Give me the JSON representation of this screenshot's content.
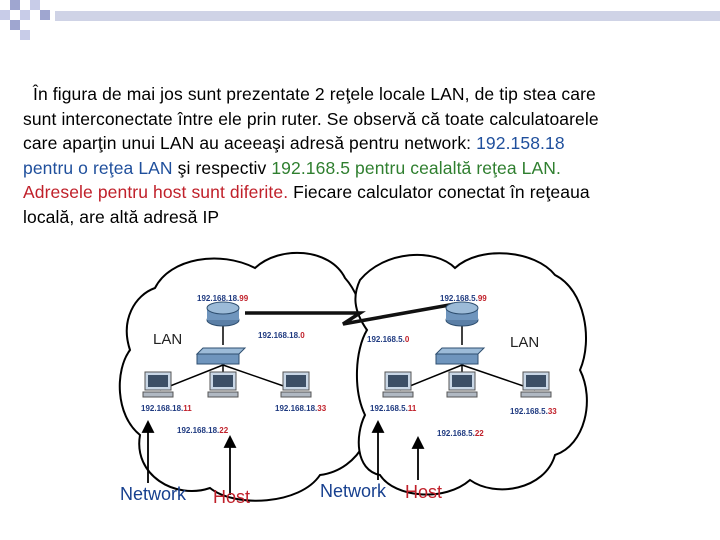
{
  "paragraph": {
    "line1": "În figura de mai jos sunt prezentate 2 reţele locale LAN, de tip stea care",
    "line2": "sunt interconectate între ele prin ruter. Se observă că toate calculatoarele",
    "line3a": "care aparţin unui LAN au aceeaşi adresă pentru network:   ",
    "line3b": "192.158.18",
    "line4a": "pentru o reţea LAN ",
    "line4b": "şi respectiv ",
    "line4c": "192.168.5 pentru cealaltă reţea LAN.",
    "line5a": "Adresele pentru host sunt diferite.",
    "line5b": " Fiecare calculator conectat în reţeaua",
    "line6": "locală, are altă adresă IP"
  },
  "diagram": {
    "left": {
      "lan_label": "LAN",
      "router_net": "192.168.18.",
      "router_host": "99",
      "switch_net": "192.168.18.",
      "switch_host": "0",
      "pc1_net": "192.168.18.",
      "pc1_host": "11",
      "pc2_net": "192.168.18.",
      "pc2_host": "22",
      "pc3_net": "192.168.18.",
      "pc3_host": "33"
    },
    "right": {
      "lan_label": "LAN",
      "router_net": "192.168.5.",
      "router_host": "99",
      "switch_net": "192.168.5.",
      "switch_host": "0",
      "pc1_net": "192.168.5.",
      "pc1_host": "11",
      "pc2_net": "192.168.5.",
      "pc2_host": "22",
      "pc3_net": "192.168.5.",
      "pc3_host": "33"
    },
    "captions": {
      "left_network": "Network",
      "left_host": "Host",
      "right_network": "Network",
      "right_host": "Host"
    }
  },
  "colors": {
    "blue": "#1f4f9c",
    "green": "#2f7f2f",
    "red": "#c0202a",
    "cloud_border": "#000000"
  }
}
